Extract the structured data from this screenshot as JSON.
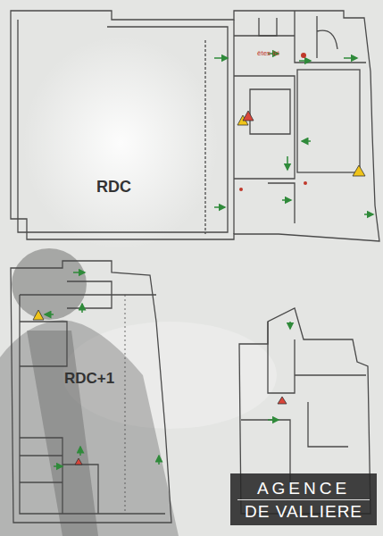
{
  "diagram": {
    "nodes": [
      {
        "text": [
          "AGENCE",
          "DE VALLIERE"
        ]
      }
    ],
    "labels": [
      "RDC",
      "RDC+1",
      "êtes ici"
    ]
  }
}
